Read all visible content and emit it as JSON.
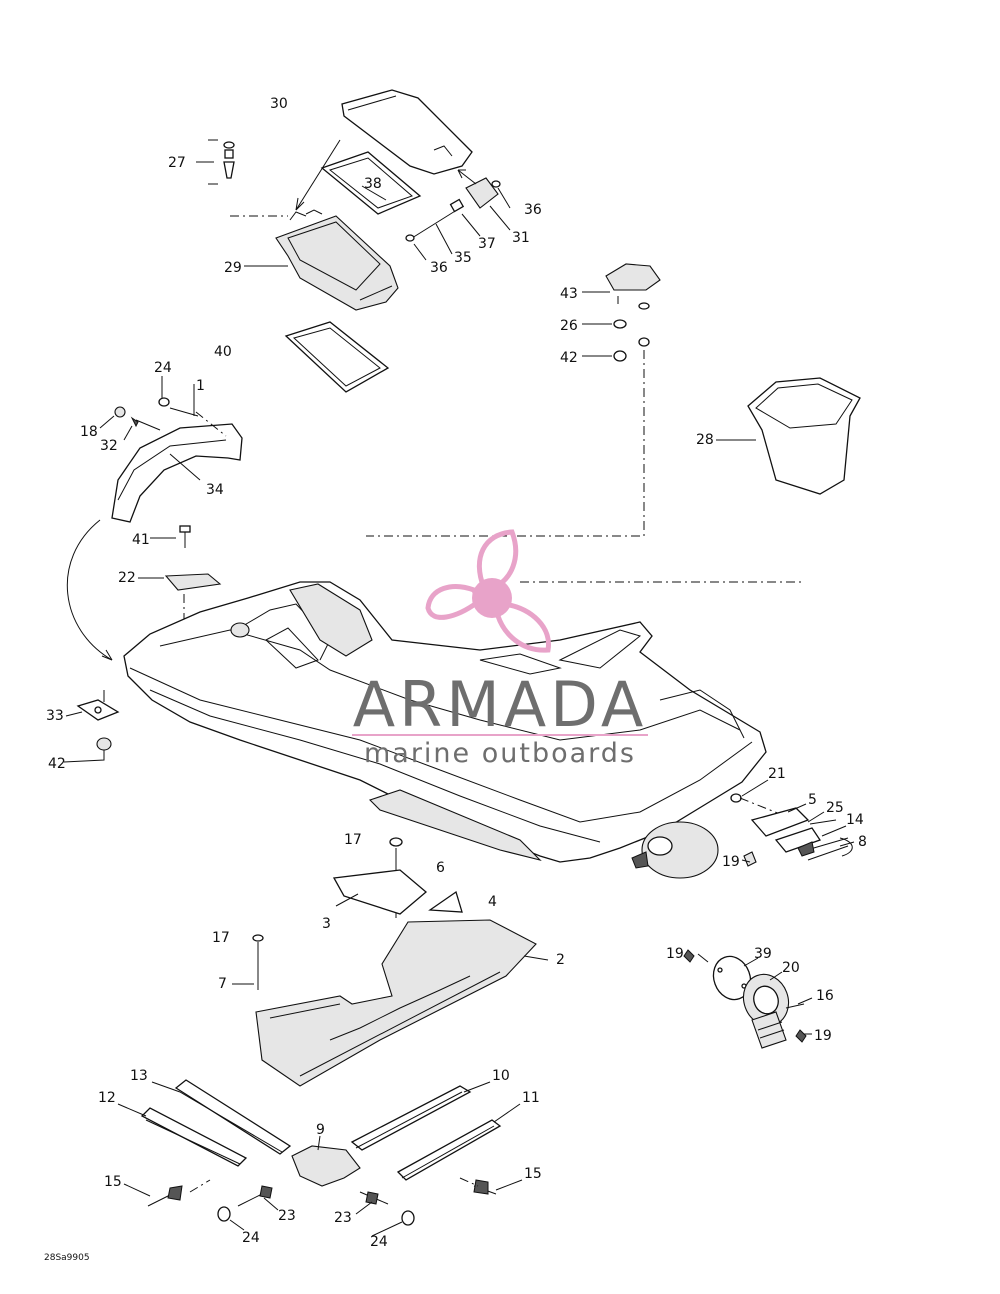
{
  "watermark": {
    "brand": "ARMADA",
    "tagline": "marine outboards",
    "color_pink": "#e8a3c9",
    "color_gray": "#6e6e6e"
  },
  "reference_code": "28Sa9905",
  "part_numbers": [
    "1",
    "2",
    "3",
    "4",
    "5",
    "6",
    "7",
    "8",
    "9",
    "10",
    "11",
    "12",
    "13",
    "14",
    "15",
    "16",
    "17",
    "18",
    "19",
    "20",
    "21",
    "22",
    "23",
    "24",
    "25",
    "26",
    "27",
    "28",
    "29",
    "30",
    "31",
    "32",
    "33",
    "34",
    "35",
    "36",
    "37",
    "38",
    "39",
    "40",
    "41",
    "42",
    "43"
  ]
}
